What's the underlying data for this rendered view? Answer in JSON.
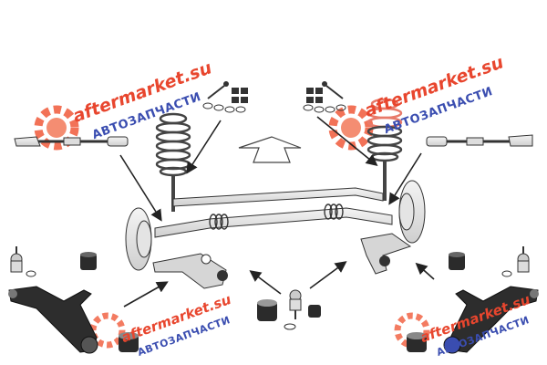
{
  "watermark": {
    "domain": "aftermarket.su",
    "subtitle": "АВТОЗАПЧАСТИ",
    "brand_color": "#e8462e",
    "sub_color": "#3a4db0"
  },
  "diagram": {
    "subject": "rear suspension assembly exploded view",
    "colors": {
      "line": "#333333",
      "part_fill": "#e9e9e9",
      "dark_part": "#2b2b2b",
      "arrow": "#222222"
    }
  }
}
